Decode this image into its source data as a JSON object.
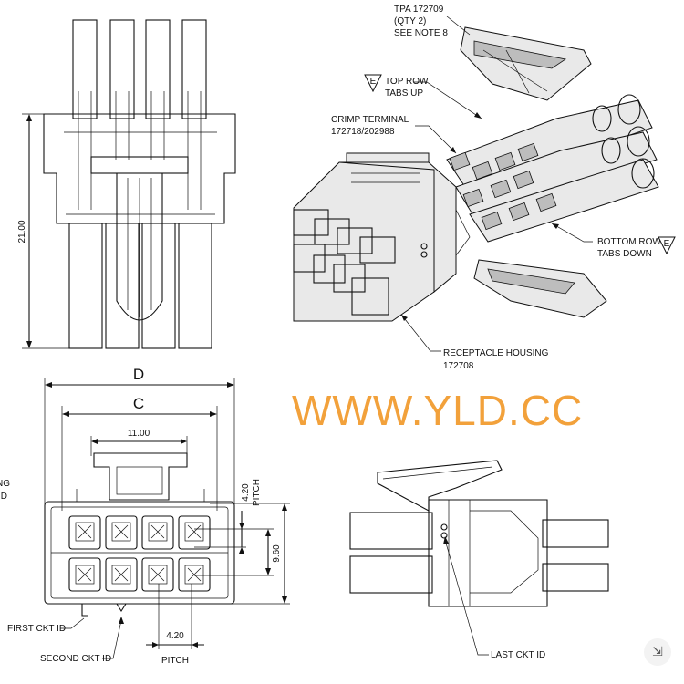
{
  "watermark": "WWW.YLD.CC",
  "side_view": {
    "dim_height": "21.00"
  },
  "iso_view": {
    "tpa_line1": "TPA 172709",
    "tpa_line2": "(QTY 2)",
    "tpa_line3": "SEE NOTE 8",
    "note_flag": "E",
    "top_row_line1": "TOP ROW",
    "top_row_line2": "TABS UP",
    "crimp_line1": "CRIMP TERMINAL",
    "crimp_line2": "172718/202988",
    "bottom_row_line1": "BOTTOM ROW",
    "bottom_row_line2": "TABS DOWN",
    "receptacle_line1": "RECEPTACLE HOUSING",
    "receptacle_line2": "172708"
  },
  "front_view": {
    "dim_d": "D",
    "dim_c": "C",
    "dim_width": "11.00",
    "pitch_vertical_value": "4.20",
    "pitch_vertical_label": "PITCH",
    "dim_row_spacing": "9.60",
    "pitch_horizontal_value": "4.20",
    "pitch_horizontal_label": "PITCH",
    "first_ckt": "FIRST CKT ID",
    "second_ckt": "SECOND CKT ID",
    "clipped_left_line1": "NG",
    "clipped_left_line2": "ID"
  },
  "right_view": {
    "last_ckt": "LAST CKT ID"
  },
  "corner_icon": "shrink-icon"
}
